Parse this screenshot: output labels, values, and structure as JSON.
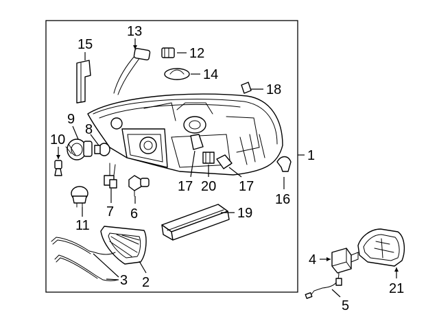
{
  "callouts": {
    "c1": "1",
    "c2": "2",
    "c3": "3",
    "c4": "4",
    "c5": "5",
    "c6": "6",
    "c7": "7",
    "c8": "8",
    "c9": "9",
    "c10": "10",
    "c11": "11",
    "c12": "12",
    "c13": "13",
    "c14": "14",
    "c15": "15",
    "c16": "16",
    "c17a": "17",
    "c17b": "17",
    "c18": "18",
    "c19": "19",
    "c20": "20",
    "c21": "21"
  },
  "colors": {
    "ink": "#000000",
    "paper": "#ffffff",
    "shade": "#d9d9d9"
  }
}
